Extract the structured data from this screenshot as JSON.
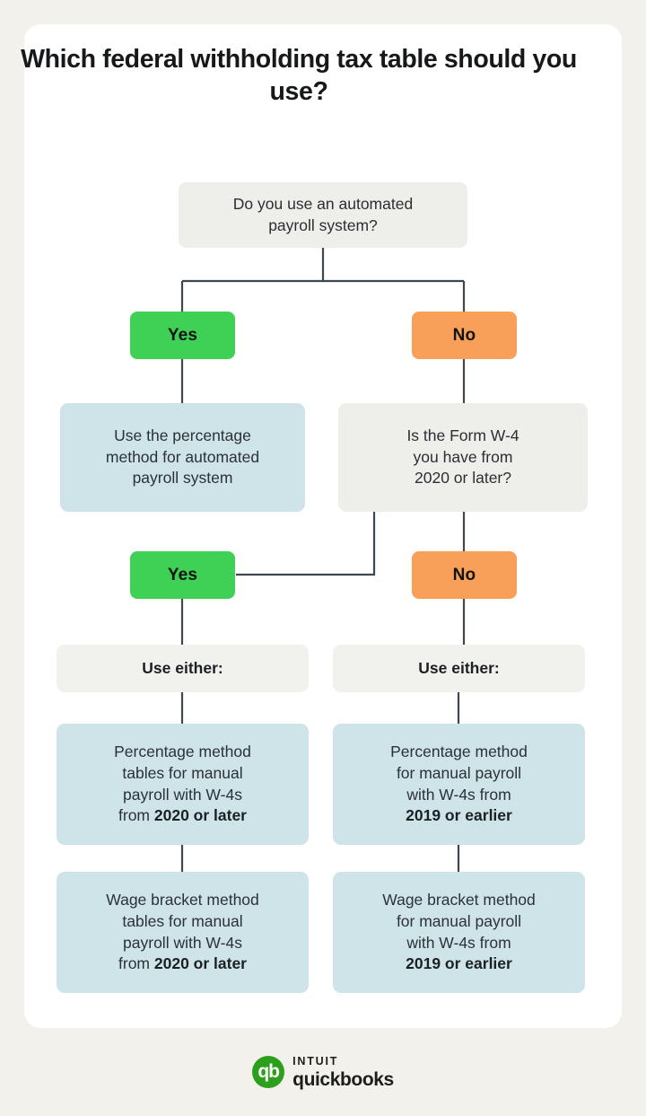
{
  "page": {
    "background_color": "#f2f1ec",
    "card_color": "#ffffff"
  },
  "title": "Which federal withholding tax table should you use?",
  "colors": {
    "question_box": "#eeefea",
    "info_box": "#cfe4e9",
    "either_box": "#f1f1ed",
    "yes_badge": "#3ed155",
    "no_badge": "#f8a059",
    "connector": "#3f4750",
    "brand_green": "#2ca01c"
  },
  "chart_data": {
    "type": "flowchart",
    "title": "Which federal withholding tax table should you use?",
    "nodes": [
      {
        "id": "q1",
        "kind": "question",
        "text": "Do you use an automated payroll system?"
      },
      {
        "id": "q1-yes",
        "kind": "badge",
        "text": "Yes"
      },
      {
        "id": "q1-no",
        "kind": "badge",
        "text": "No"
      },
      {
        "id": "a1",
        "kind": "info",
        "text": "Use the percentage method for automated payroll system"
      },
      {
        "id": "q2",
        "kind": "question",
        "text": "Is the Form W-4 you have from 2020 or later?"
      },
      {
        "id": "q2-yes",
        "kind": "badge",
        "text": "Yes"
      },
      {
        "id": "q2-no",
        "kind": "badge",
        "text": "No"
      },
      {
        "id": "either-left",
        "kind": "either",
        "text": "Use either:"
      },
      {
        "id": "either-right",
        "kind": "either",
        "text": "Use either:"
      },
      {
        "id": "left-1",
        "kind": "info",
        "text": "Percentage method tables for manual payroll with W-4s from 2020 or later",
        "emphasis": "2020 or later"
      },
      {
        "id": "left-2",
        "kind": "info",
        "text": "Wage bracket method tables for manual payroll with W-4s from 2020 or later",
        "emphasis": "2020 or later"
      },
      {
        "id": "right-1",
        "kind": "info",
        "text": "Percentage method for manual payroll with W-4s from 2019 or earlier",
        "emphasis": "2019 or earlier"
      },
      {
        "id": "right-2",
        "kind": "info",
        "text": "Wage bracket method for manual payroll with W-4s from 2019 or earlier",
        "emphasis": "2019 or earlier"
      }
    ],
    "edges": [
      {
        "from": "q1",
        "to": "q1-yes",
        "label": "Yes"
      },
      {
        "from": "q1",
        "to": "q1-no",
        "label": "No"
      },
      {
        "from": "q1-yes",
        "to": "a1",
        "label": ""
      },
      {
        "from": "q1-no",
        "to": "q2",
        "label": ""
      },
      {
        "from": "q2",
        "to": "q2-yes",
        "label": "Yes"
      },
      {
        "from": "q2",
        "to": "q2-no",
        "label": "No"
      },
      {
        "from": "q2-yes",
        "to": "either-left",
        "label": ""
      },
      {
        "from": "q2-no",
        "to": "either-right",
        "label": ""
      },
      {
        "from": "either-left",
        "to": "left-1",
        "label": ""
      },
      {
        "from": "left-1",
        "to": "left-2",
        "label": ""
      },
      {
        "from": "either-right",
        "to": "right-1",
        "label": ""
      },
      {
        "from": "right-1",
        "to": "right-2",
        "label": ""
      }
    ]
  },
  "nodes": {
    "q1_line1": "Do you use an automated",
    "q1_line2": "payroll system?",
    "yes_1": "Yes",
    "no_1": "No",
    "a1_line1": "Use the percentage",
    "a1_line2": "method for automated",
    "a1_line3": "payroll system",
    "q2_line1": "Is the Form W-4",
    "q2_line2": "you have from",
    "q2_line3": "2020 or later?",
    "yes_2": "Yes",
    "no_2": "No",
    "either_left": "Use either:",
    "either_right": "Use either:",
    "left1_line1": "Percentage method",
    "left1_line2": "tables for manual",
    "left1_line3": "payroll with W-4s",
    "left1_line4_prefix": "from ",
    "left1_line4_bold": "2020 or later",
    "left2_line1": "Wage bracket method",
    "left2_line2": "tables for manual",
    "left2_line3": "payroll with W-4s",
    "left2_line4_prefix": "from ",
    "left2_line4_bold": "2020 or later",
    "right1_line1": "Percentage method",
    "right1_line2": "for manual payroll",
    "right1_line3": "with W-4s from",
    "right1_line4_bold": "2019 or earlier",
    "right2_line1": "Wage bracket method",
    "right2_line2": "for manual payroll",
    "right2_line3": "with W-4s from",
    "right2_line4_bold": "2019 or earlier"
  },
  "logo": {
    "mark": "qb",
    "intuit": "INTUIT",
    "quickbooks": "quickbooks"
  }
}
